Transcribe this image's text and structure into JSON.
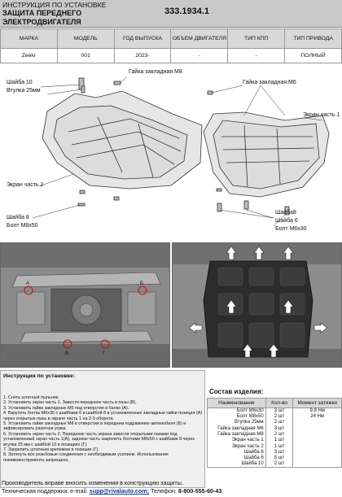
{
  "header": {
    "line1": "ИНСТРУКЦИЯ ПО УСТАНОВКЕ",
    "line2": "ЗАЩИТА ПЕРЕДНЕГО",
    "line3": "ЭЛЕКТРОДВИГАТЕЛЯ",
    "part_number": "333.1934.1"
  },
  "spec_table": {
    "headers": [
      "МАРКА",
      "МОДЕЛЬ",
      "ГОД ВЫПУСКА",
      "ОБЪЕМ ДВИГАТЕЛЯ",
      "ТИП КПП",
      "ТИП ПРИВОДА"
    ],
    "row": [
      "Zeekr",
      "001",
      "2023-",
      "-",
      "-",
      "ПОЛНЫЙ"
    ]
  },
  "diagram_labels": {
    "nut_m8": "Гайка закладная М8",
    "nut_m6": "Гайка закладная М6",
    "washer10": "Шайба 10",
    "sleeve25": "Втулка 25мм",
    "screen1": "Экран часть 1",
    "screen2": "Экран часть 2",
    "washer8_left": "Шайба 8",
    "bolt_m8x50": "Болт М8х50",
    "washer8_right": "Шайба8",
    "washer6": "Шайба 6",
    "bolt_m6x30": "Болт М6х30"
  },
  "photo_markers": {
    "a": "А",
    "b": "Б",
    "v": "В",
    "g": "Г"
  },
  "instructions": {
    "title": "Инструкция по установке:",
    "steps": [
      "1. Снять штатный пыльник.",
      "2. Установить экран часть 1. Завести переднюю часть в пазы (В).",
      "3. Установить гайки закладные М6 под отверстия в балке (А).",
      "4. Вкрутить болты М6х30 с шайбами 6 и шайбой 8 в установленные закладные гайки позиция (А) через открытые пазы в экране часть 1 на 2-3 оборота.",
      "5. Установить гайки закладные М8 в отверстия в переднем подрамнике автомобиля (Б) и зафиксировать разогнув усики.",
      "6. Установить экран часть 2. Переднюю часть экрана завести открытыми пазами под установленный экран часть 1(А), заднюю часть закрепить болтами М8х50 с шайбами 8 через втулки 25 мм с шайбой 10 в позициях (Г).",
      "7. Закрепить штатным крепежом в позиции (Г).",
      "8. Затянуть все резьбовые соединения с необходимым усилием. Использование пневмоинструмента запрещено."
    ]
  },
  "components": {
    "title": "Состав изделия:",
    "headers": [
      "Наименование",
      "Кол-во",
      "Момент затяжки"
    ],
    "rows": [
      {
        "name": "Болт М6х30",
        "qty": "3 шт",
        "torque": "9.8 Нм"
      },
      {
        "name": "Болт М8х50",
        "qty": "2 шт",
        "torque": "24 Нм"
      },
      {
        "name": "Втулка 25мм",
        "qty": "2 шт",
        "torque": ""
      },
      {
        "name": "Гайка закладная М6",
        "qty": "3 шт",
        "torque": ""
      },
      {
        "name": "Гайка закладная М8",
        "qty": "2 шт",
        "torque": ""
      },
      {
        "name": "Экран часть 1",
        "qty": "1 шт",
        "torque": ""
      },
      {
        "name": "Экран часть 2",
        "qty": "1 шт",
        "torque": ""
      },
      {
        "name": "Шайба 6",
        "qty": "3 шт",
        "torque": ""
      },
      {
        "name": "Шайба 8",
        "qty": "5 шт",
        "torque": ""
      },
      {
        "name": "Шайба 10",
        "qty": "2 шт",
        "torque": ""
      }
    ]
  },
  "footer": {
    "line1": "Производитель вправе вносить изменения в конструкцию защиты.",
    "support_label": "Техническая поддержка:  e-mail: ",
    "email": "supp@rivalauto.com;",
    "phone_label": " Телефон: ",
    "phone": "8-800-555-60-43"
  }
}
